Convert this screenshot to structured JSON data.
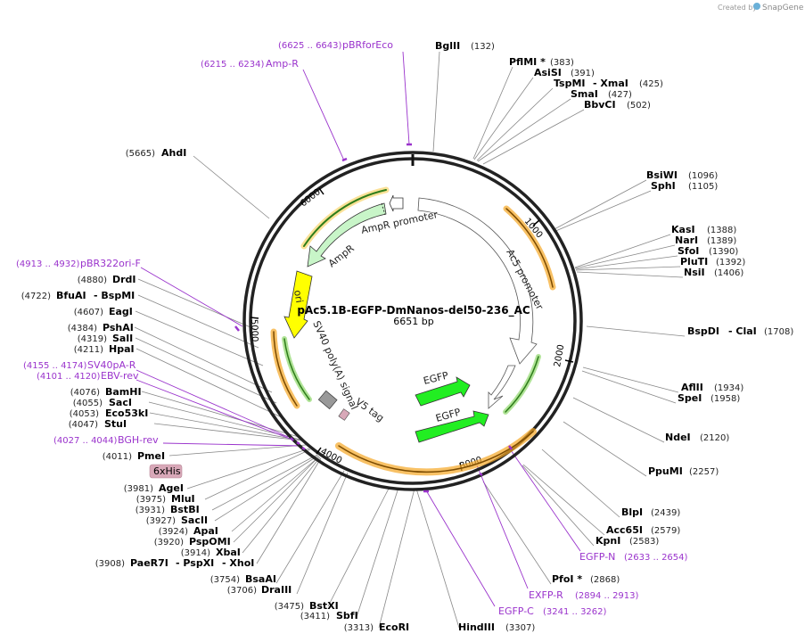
{
  "credit": {
    "prefix": "Created by",
    "brand": "SnapGene"
  },
  "plasmid": {
    "name": "pAc5.1B-EGFP-DmNanos-del50-236_AC",
    "size": "6651 bp"
  },
  "ticks": [
    "1000",
    "2000",
    "3000",
    "4000",
    "5000",
    "6000"
  ],
  "features": {
    "ampr_promoter": "AmpR promoter",
    "ampr": "AmpR",
    "ac5_promoter": "Ac5 promoter",
    "ori": "ori",
    "sv40": "SV40 poly(A) signal",
    "v5": "V5 tag",
    "egfp1": "EGFP",
    "egfp2": "EGFP"
  },
  "sites": {
    "bglII": {
      "name": "BglII",
      "pos": "(132)"
    },
    "pflMI": {
      "name": "PflMI *",
      "pos": "(383)"
    },
    "asiSI": {
      "name": "AsiSI",
      "pos": "(391)"
    },
    "tspMI": {
      "name": "TspMI",
      "name2": "XmaI",
      "pos": "(425)"
    },
    "smaI": {
      "name": "SmaI",
      "pos": "(427)"
    },
    "bbvCI": {
      "name": "BbvCI",
      "pos": "(502)"
    },
    "bsiWI": {
      "name": "BsiWI",
      "pos": "(1096)"
    },
    "sphI": {
      "name": "SphI",
      "pos": "(1105)"
    },
    "kasI": {
      "name": "KasI",
      "pos": "(1388)"
    },
    "narI": {
      "name": "NarI",
      "pos": "(1389)"
    },
    "sfoI": {
      "name": "SfoI",
      "pos": "(1390)"
    },
    "pluTI": {
      "name": "PluTI",
      "pos": "(1392)"
    },
    "nsiI": {
      "name": "NsiI",
      "pos": "(1406)"
    },
    "bspDI": {
      "name": "BspDI",
      "name2": "ClaI",
      "pos": "(1708)"
    },
    "aflII": {
      "name": "AflII",
      "pos": "(1934)"
    },
    "speI": {
      "name": "SpeI",
      "pos": "(1958)"
    },
    "ndeI": {
      "name": "NdeI",
      "pos": "(2120)"
    },
    "ppuMI": {
      "name": "PpuMI",
      "pos": "(2257)"
    },
    "blpI": {
      "name": "BlpI",
      "pos": "(2439)"
    },
    "acc65I": {
      "name": "Acc65I",
      "pos": "(2579)"
    },
    "kpnI": {
      "name": "KpnI",
      "pos": "(2583)"
    },
    "pfoI": {
      "name": "PfoI *",
      "pos": "(2868)"
    },
    "hindIII": {
      "name": "HindIII",
      "pos": "(3307)"
    },
    "ecoRI": {
      "name": "EcoRI",
      "pos": "(3313)"
    },
    "sbfI": {
      "name": "SbfI",
      "pos": "(3411)"
    },
    "bstXI": {
      "name": "BstXI",
      "pos": "(3475)"
    },
    "draIII": {
      "name": "DraIII",
      "pos": "(3706)"
    },
    "bsaAI": {
      "name": "BsaAI",
      "pos": "(3754)"
    },
    "paeR7I": {
      "name": "PaeR7I",
      "name2": "PspXI",
      "name3": "XhoI",
      "pos": "(3908)"
    },
    "xbaI": {
      "name": "XbaI",
      "pos": "(3914)"
    },
    "pspOMI": {
      "name": "PspOMI",
      "pos": "(3920)"
    },
    "apaI": {
      "name": "ApaI",
      "pos": "(3924)"
    },
    "sacII": {
      "name": "SacII",
      "pos": "(3927)"
    },
    "bstBI": {
      "name": "BstBI",
      "pos": "(3931)"
    },
    "mluI": {
      "name": "MluI",
      "pos": "(3975)"
    },
    "ageI": {
      "name": "AgeI",
      "pos": "(3981)"
    },
    "pmeI": {
      "name": "PmeI",
      "pos": "(4011)"
    },
    "stuI": {
      "name": "StuI",
      "pos": "(4047)"
    },
    "eco53kI": {
      "name": "Eco53kI",
      "pos": "(4053)"
    },
    "sacI": {
      "name": "SacI",
      "pos": "(4055)"
    },
    "bamHI": {
      "name": "BamHI",
      "pos": "(4076)"
    },
    "hpaI": {
      "name": "HpaI",
      "pos": "(4211)"
    },
    "salI": {
      "name": "SalI",
      "pos": "(4319)"
    },
    "pshAI": {
      "name": "PshAI",
      "pos": "(4384)"
    },
    "eagI": {
      "name": "EagI",
      "pos": "(4607)"
    },
    "bfuAI": {
      "name": "BfuAI",
      "name2": "BspMI",
      "pos": "(4722)"
    },
    "drdI": {
      "name": "DrdI",
      "pos": "(4880)"
    },
    "ahdI": {
      "name": "AhdI",
      "pos": "(5665)"
    }
  },
  "primers": {
    "pbrforeco": {
      "name": "pBRforEco",
      "range": "(6625 .. 6643)"
    },
    "ampR": {
      "name": "Amp-R",
      "range": "(6215 .. 6234)"
    },
    "pbr322ori": {
      "name": "pBR322ori-F",
      "range": "(4913 .. 4932)"
    },
    "sv40pa": {
      "name": "SV40pA-R",
      "range": "(4155 .. 4174)"
    },
    "ebv": {
      "name": "EBV-rev",
      "range": "(4101 .. 4120)"
    },
    "bgh": {
      "name": "BGH-rev",
      "range": "(4027 .. 4044)"
    },
    "egfpN": {
      "name": "EGFP-N",
      "range": "(2633 .. 2654)"
    },
    "exfpR": {
      "name": "EXFP-R",
      "range": "(2894 .. 2913)"
    },
    "egfpC": {
      "name": "EGFP-C",
      "range": "(3241 .. 3262)"
    }
  },
  "tag6xHis": "6xHis",
  "colors": {
    "ampr_arrow": "#c8f5c8",
    "ori": "#ffff00",
    "egfp": "#22ee22",
    "ori_band": "#ff8c00",
    "primer": "#9a33cc",
    "his_box": "#d8a8b8"
  }
}
